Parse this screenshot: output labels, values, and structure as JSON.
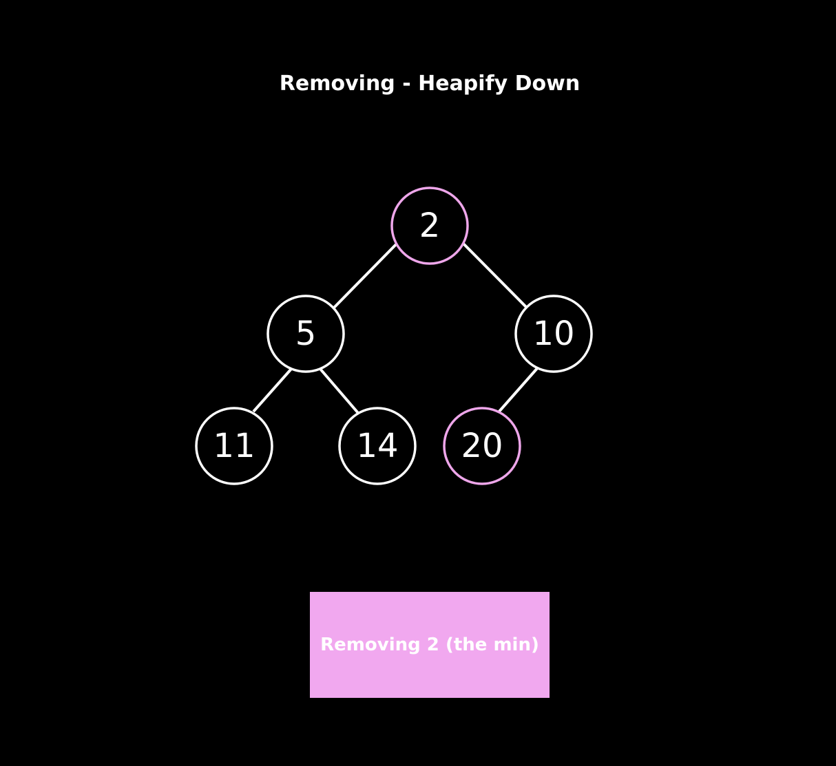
{
  "title": "Removing - Heapify Down",
  "highlight_color": "#eea6ea",
  "caption_color": "#f1a8ef",
  "tree": {
    "nodes": [
      {
        "id": "root",
        "value": "2",
        "highlighted": true
      },
      {
        "id": "n5",
        "value": "5",
        "highlighted": false
      },
      {
        "id": "n10",
        "value": "10",
        "highlighted": false
      },
      {
        "id": "n11",
        "value": "11",
        "highlighted": false
      },
      {
        "id": "n14",
        "value": "14",
        "highlighted": false
      },
      {
        "id": "n20",
        "value": "20",
        "highlighted": true
      }
    ],
    "edges": [
      {
        "from": "root",
        "to": "n5"
      },
      {
        "from": "root",
        "to": "n10"
      },
      {
        "from": "n5",
        "to": "n11"
      },
      {
        "from": "n5",
        "to": "n14"
      },
      {
        "from": "n10",
        "to": "n20"
      }
    ]
  },
  "caption": "Removing 2 (the min)"
}
